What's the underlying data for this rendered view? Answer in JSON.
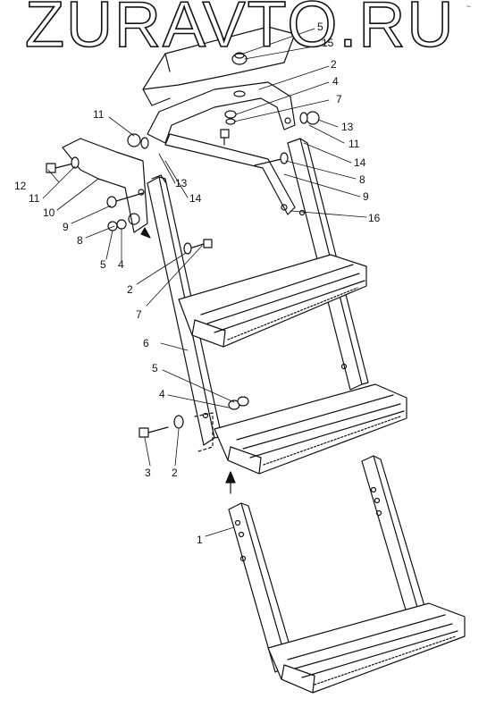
{
  "watermark": "ZURAVTO.RU",
  "corner_mark": "~",
  "callouts": [
    {
      "id": "c5a",
      "text": "5"
    },
    {
      "id": "c15",
      "text": "15"
    },
    {
      "id": "c2a",
      "text": "2"
    },
    {
      "id": "c4a",
      "text": "4"
    },
    {
      "id": "c7a",
      "text": "7"
    },
    {
      "id": "c13a",
      "text": "13"
    },
    {
      "id": "c11a",
      "text": "11"
    },
    {
      "id": "c14a",
      "text": "14"
    },
    {
      "id": "c8a",
      "text": "8"
    },
    {
      "id": "c9a",
      "text": "9"
    },
    {
      "id": "c16",
      "text": "16"
    },
    {
      "id": "c11b",
      "text": "11"
    },
    {
      "id": "c12",
      "text": "12"
    },
    {
      "id": "c11c",
      "text": "11"
    },
    {
      "id": "c13b",
      "text": "13"
    },
    {
      "id": "c14b",
      "text": "14"
    },
    {
      "id": "c10",
      "text": "10"
    },
    {
      "id": "c9b",
      "text": "9"
    },
    {
      "id": "c8b",
      "text": "8"
    },
    {
      "id": "c5b",
      "text": "5"
    },
    {
      "id": "c4b",
      "text": "4"
    },
    {
      "id": "c2b",
      "text": "2"
    },
    {
      "id": "c7b",
      "text": "7"
    },
    {
      "id": "c6",
      "text": "6"
    },
    {
      "id": "c5c",
      "text": "5"
    },
    {
      "id": "c4c",
      "text": "4"
    },
    {
      "id": "c3",
      "text": "3"
    },
    {
      "id": "c2c",
      "text": "2"
    },
    {
      "id": "c1",
      "text": "1"
    }
  ]
}
